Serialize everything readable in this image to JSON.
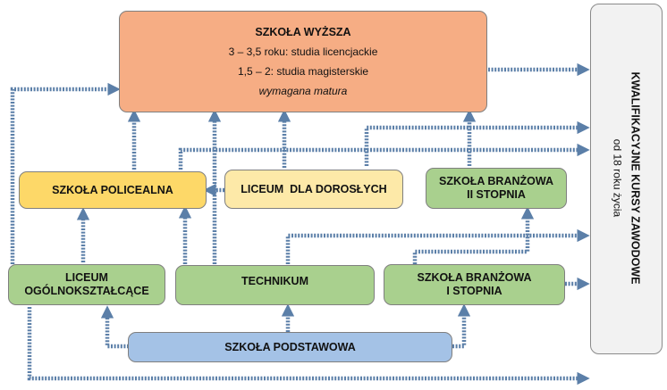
{
  "higher": {
    "title": "SZKOŁA WYŻSZA",
    "line1": "3 – 3,5 roku: studia licencjackie",
    "line2": "1,5 – 2: studia magisterskie",
    "line3": "wymagana matura"
  },
  "policealna": {
    "label": "SZKOŁA POLICEALNA"
  },
  "lo_dorosli": {
    "label": "LICEUM  DLA DOROSŁYCH"
  },
  "branzowa2": {
    "line1": "SZKOŁA BRANŻOWA",
    "line2": "II STOPNIA"
  },
  "lo": {
    "line1": "LICEUM",
    "line2": "OGÓLNOKSZTAŁCĄCE"
  },
  "technikum": {
    "label": "TECHNIKUM"
  },
  "branzowa1": {
    "line1": "SZKOŁA BRANŻOWA",
    "line2": "I STOPNIA"
  },
  "podstawowa": {
    "label": "SZKOŁA PODSTAWOWA"
  },
  "courses": {
    "title": "KWALIFIKACYJNE KURSY ZAWODOWE",
    "subtitle": "od 18 roku życia"
  },
  "colors": {
    "arrow": "#5b7fa8",
    "higher": "#f6ad84",
    "policealna": "#fdd868",
    "lo_dorosli": "#fde9a8",
    "green_boxes": "#a9d08e",
    "podstawowa": "#a4c2e6",
    "courses": "#f2f2f2"
  }
}
